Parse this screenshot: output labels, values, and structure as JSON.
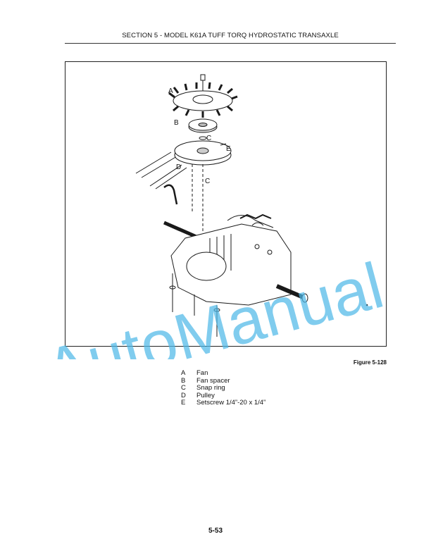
{
  "header": {
    "title": "SECTION 5 - MODEL K61A TUFF TORQ HYDROSTATIC TRANSAXLE"
  },
  "figure": {
    "callouts": [
      "A",
      "B",
      "C",
      "D",
      "E",
      "C"
    ],
    "caption": "Figure 5-128"
  },
  "legend": [
    {
      "letter": "A",
      "text": "Fan"
    },
    {
      "letter": "B",
      "text": "Fan spacer"
    },
    {
      "letter": "C",
      "text": "Snap ring"
    },
    {
      "letter": "D",
      "text": "Pulley"
    },
    {
      "letter": "E",
      "text": "Setscrew 1/4”-20 x 1/4”"
    }
  ],
  "watermark": {
    "text": "AutoManual",
    "color": "#4fb8e8"
  },
  "footer": {
    "page_number": "5-53"
  }
}
